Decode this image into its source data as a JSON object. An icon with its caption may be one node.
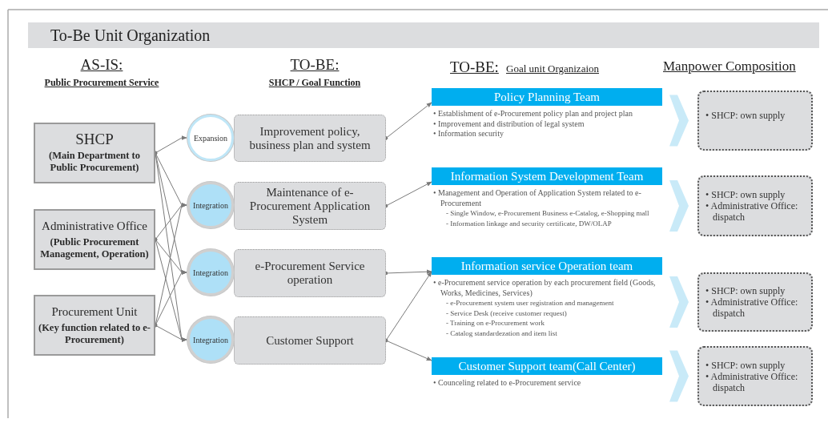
{
  "diagram": {
    "title": "To-Be Unit Organization",
    "nodes": [
      {
        "text": [
          "SHCP",
          "(Main Department to Public Procurement)"
        ]
      },
      {
        "text": [
          "Administrative Office",
          "(Public Procurement Management, Operation)"
        ]
      },
      {
        "text": [
          "Procurement Unit",
          "(Key function related to e-Procurement)"
        ]
      },
      {
        "text": [
          "Expansion"
        ]
      },
      {
        "text": [
          "Improvement policy, business plan and system"
        ]
      },
      {
        "text": [
          "Integration"
        ]
      },
      {
        "text": [
          "Maintenance of e-Procurement Application System"
        ]
      },
      {
        "text": [
          "Integration"
        ]
      },
      {
        "text": [
          "e-Procurement Service operation"
        ]
      },
      {
        "text": [
          "Integration"
        ]
      },
      {
        "text": [
          "Customer Support"
        ]
      },
      {
        "text": [
          "Policy Planning Team"
        ],
        "beside": [
          "• Establishment of e-Procurement policy plan and project plan",
          "• Improvement and distribution of legal system",
          "• Information security"
        ]
      },
      {
        "text": [
          "Information System Development Team"
        ],
        "beside": [
          "• Management and Operation of Application System related to e-Procurement",
          "- Single Window, e-Procurement Business e-Catalog, e-Shopping mall",
          "- Information linkage and security certificate, DW/OLAP"
        ]
      },
      {
        "text": [
          "Information service Operation team"
        ],
        "beside": [
          "• e-Procurement service operation by each procurement field (Goods, Works, Medicines, Services)",
          "- e-Procurement system user registration and management",
          "- Service Desk (receive customer request)",
          "- Training on e-Procurement work",
          "- Catalog standardezation and item list"
        ]
      },
      {
        "text": [
          "Customer Support team(Call Center)"
        ],
        "beside": [
          "• Counceling related to e-Procurement service"
        ]
      },
      {
        "text": [
          "• SHCP: own supply"
        ]
      },
      {
        "text": [
          "• SHCP: own supply",
          "• Administrative Office: dispatch"
        ]
      },
      {
        "text": [
          "• SHCP: own supply",
          "• Administrative Office: dispatch"
        ]
      },
      {
        "text": [
          "• SHCP: own supply",
          "• Administrative Office: dispatch"
        ]
      }
    ],
    "edges": [
      {
        "from": 0,
        "to": 3,
        "arrow": "to"
      },
      {
        "from": 0,
        "to": 5,
        "arrow": "to"
      },
      {
        "from": 0,
        "to": 7,
        "arrow": "to"
      },
      {
        "from": 0,
        "to": 9,
        "arrow": "to"
      },
      {
        "from": 1,
        "to": 5,
        "arrow": "to"
      },
      {
        "from": 1,
        "to": 7,
        "arrow": "to"
      },
      {
        "from": 1,
        "to": 9,
        "arrow": "to"
      },
      {
        "from": 2,
        "to": 5,
        "arrow": "to"
      },
      {
        "from": 2,
        "to": 7,
        "arrow": "to"
      },
      {
        "from": 2,
        "to": 9,
        "arrow": "to"
      },
      {
        "from": 4,
        "to": 11,
        "arrow": "to"
      },
      {
        "from": 6,
        "to": 12,
        "arrow": "to"
      },
      {
        "from": 8,
        "to": 13,
        "arrow": "to"
      },
      {
        "from": 10,
        "to": 13,
        "arrow": "to"
      },
      {
        "from": 10,
        "to": 14,
        "arrow": "to"
      },
      {
        "from": 11,
        "to": 15,
        "arrow": "to",
        "style": "thick",
        "color": "#c9eaf8"
      },
      {
        "from": 12,
        "to": 16,
        "arrow": "to",
        "style": "thick",
        "color": "#c9eaf8"
      },
      {
        "from": 13,
        "to": 17,
        "arrow": "to",
        "style": "thick",
        "color": "#c9eaf8"
      },
      {
        "from": 14,
        "to": 18,
        "arrow": "to",
        "style": "thick",
        "color": "#c9eaf8"
      }
    ],
    "labels": [
      "AS-IS:",
      "Public Procurement Service",
      "TO-BE:",
      "SHCP / Goal Function",
      "TO-BE:",
      "Goal unit Organizaion",
      "Manpower Composition"
    ]
  }
}
